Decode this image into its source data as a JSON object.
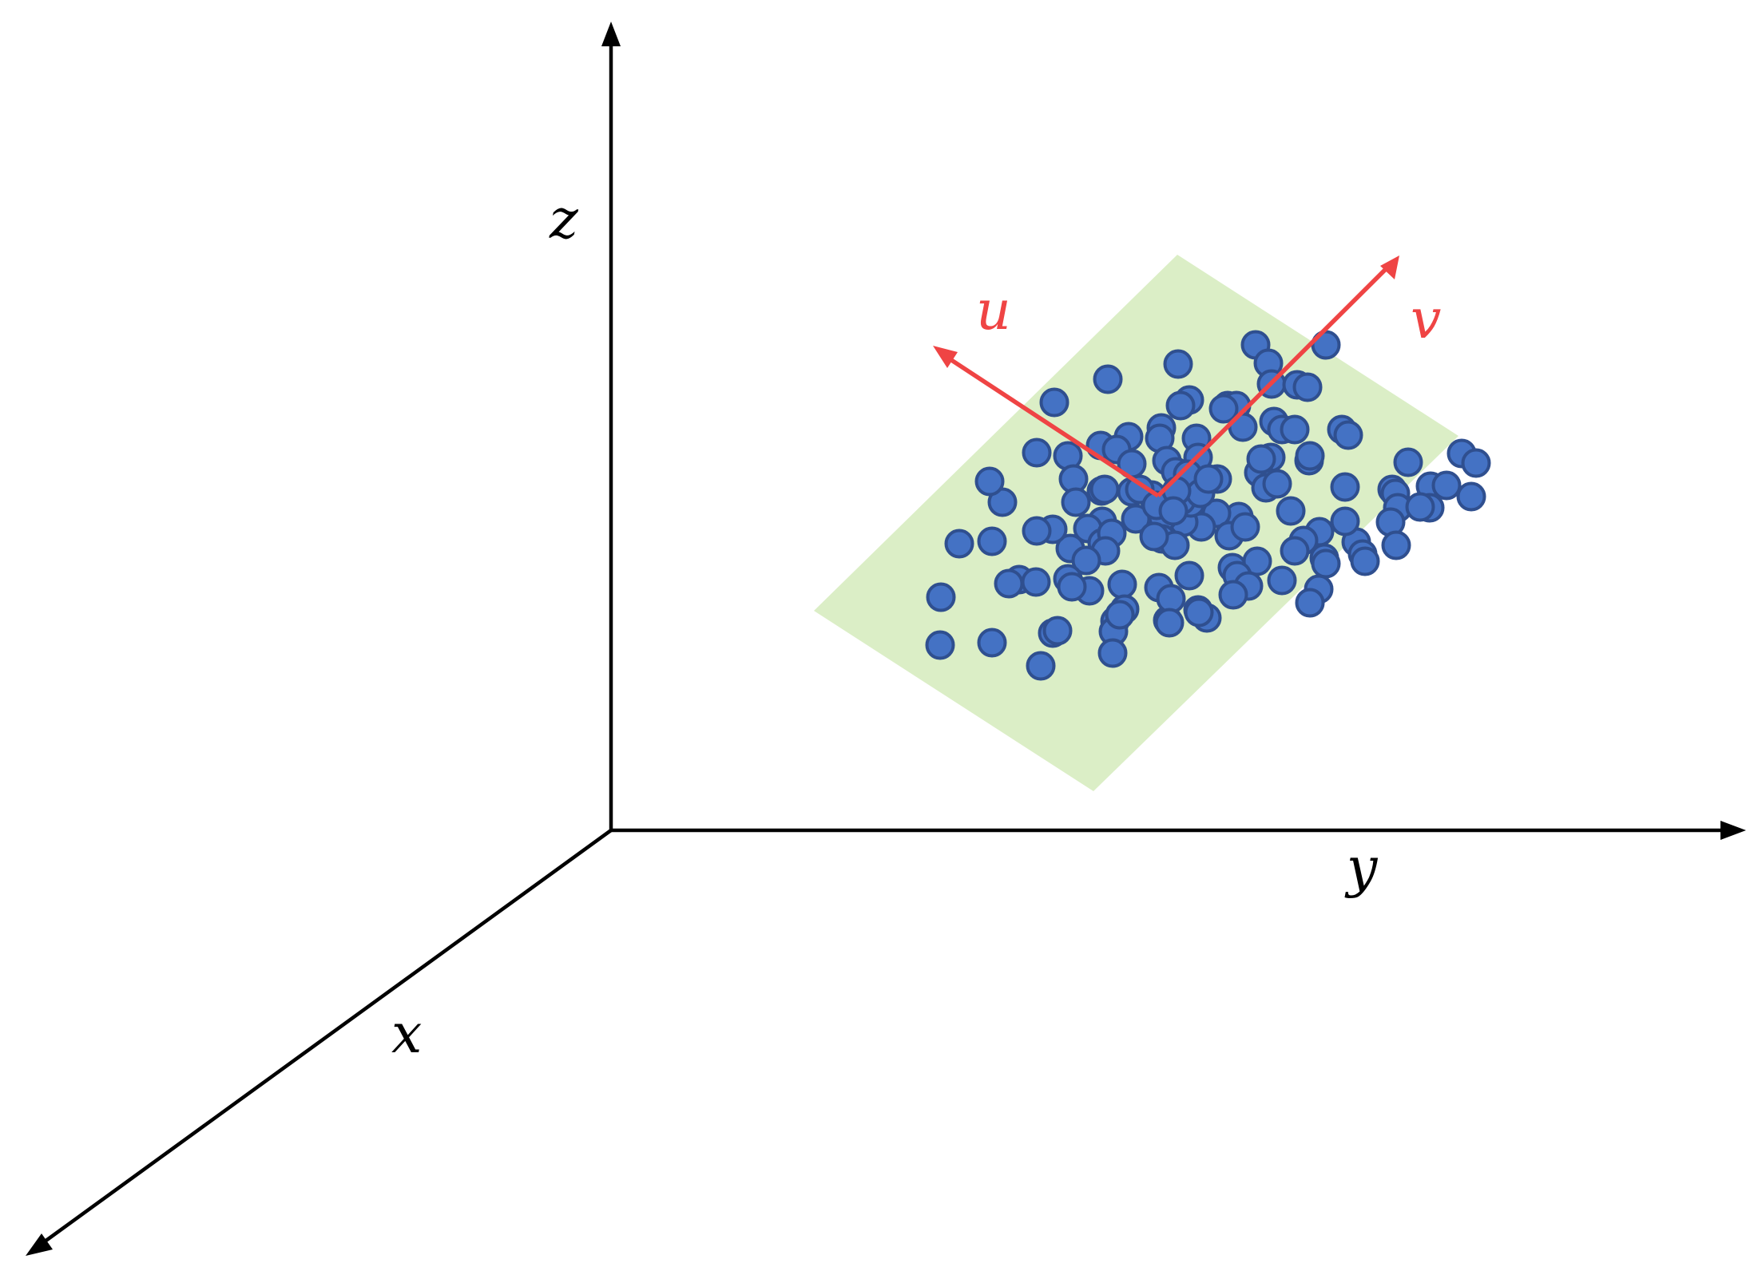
{
  "axes": {
    "x_label": "x",
    "y_label": "y",
    "z_label": "z",
    "color": "#000000"
  },
  "vectors": {
    "u_label": "u",
    "v_label": "v",
    "color": "#ef4444"
  },
  "plane": {
    "color": "#dbeec6"
  },
  "points": {
    "fill": "#4472c4",
    "stroke": "#2f4f8f",
    "count": 104
  }
}
